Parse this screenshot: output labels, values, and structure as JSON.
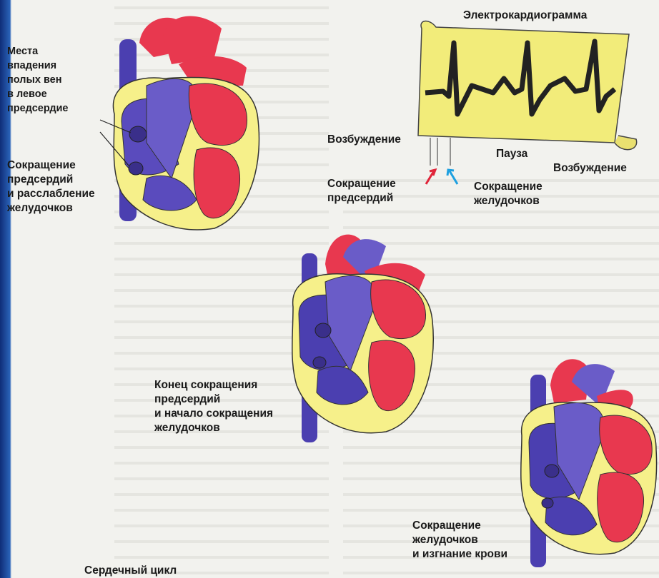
{
  "labels": {
    "vena_cava": "Места\nвпадения\nполых вен\nв левое\nпредсердие",
    "atrial_contraction_stage": "Сокращение\nпредсердий\nи расслабление\nжелудочков",
    "end_atrial_stage": "Конец сокращения\nпредсердий\nи начало сокращения\nжелудочков",
    "ventricular_ejection": "Сокращение\nжелудочков\nи изгнание крови",
    "ecg_title": "Электрокардиограмма",
    "excitation_1": "Возбуждение",
    "pause": "Пауза",
    "excitation_2": "Возбуждение",
    "atrial_contraction": "Сокращение\nпредсердий",
    "ventricular_contraction": "Сокращение\nжелудочков",
    "caption": "Сердечный цикл"
  },
  "colors": {
    "artery_red": "#e8384f",
    "vein_blue": "#4b3fb0",
    "pericardium_yellow": "#f6f08a",
    "ecg_paper": "#f2ec7a",
    "arrow_red": "#e0253a",
    "arrow_blue": "#1ea0e0"
  }
}
